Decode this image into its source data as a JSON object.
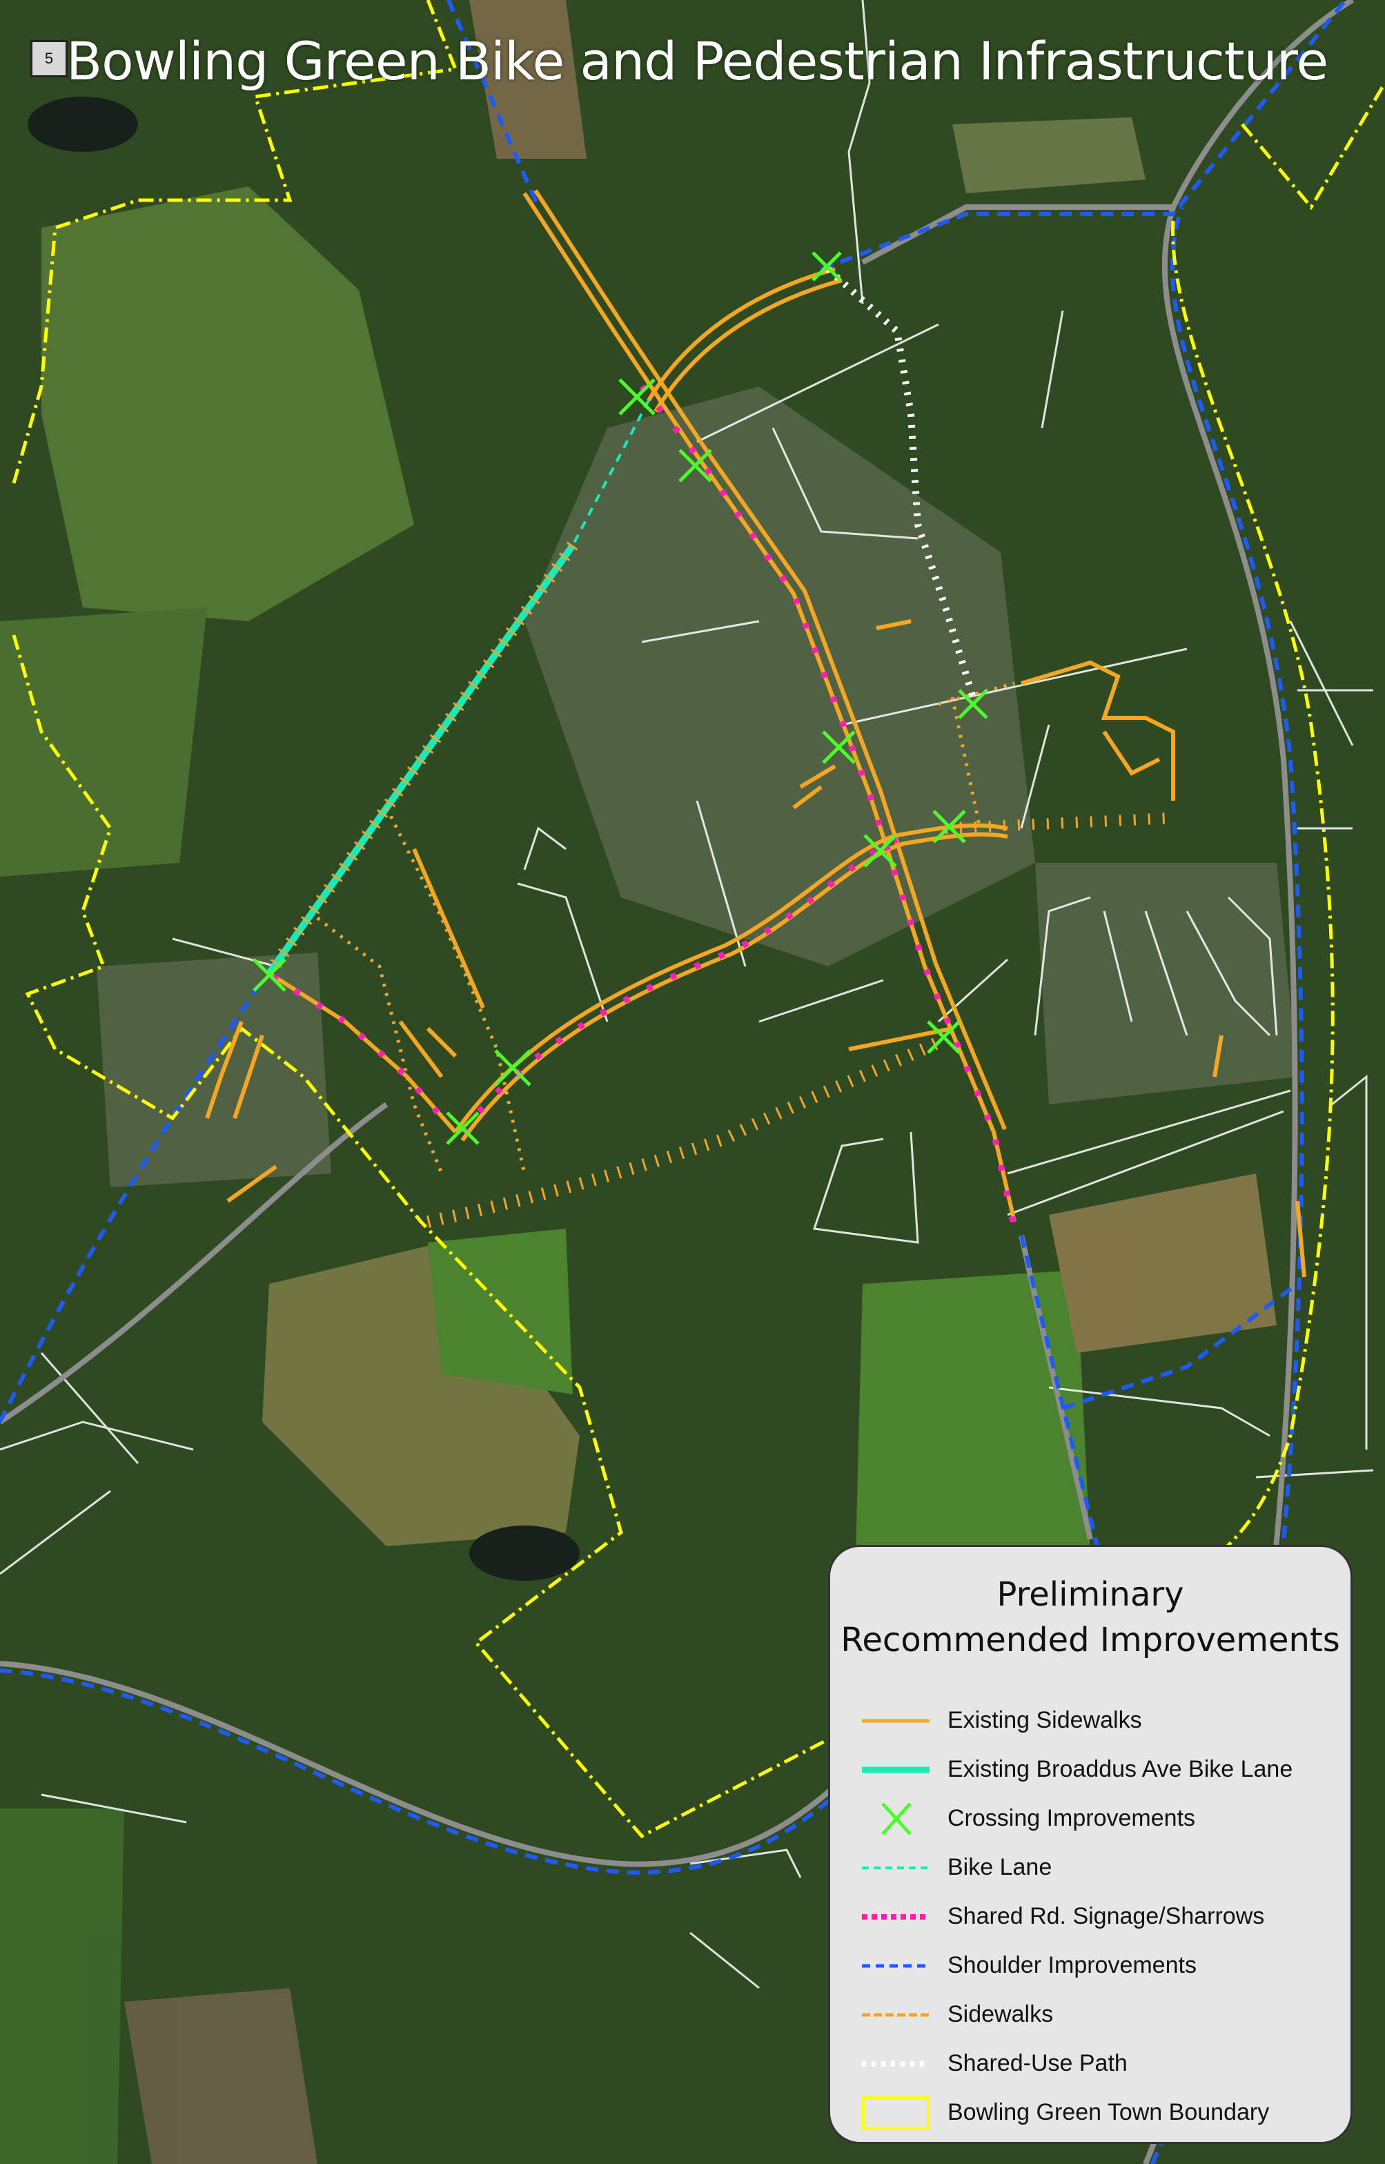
{
  "header": {
    "page_number": "5",
    "title": "Bowling Green Bike and Pedestrian Infrastructure"
  },
  "legend": {
    "title_line1": "Preliminary",
    "title_line2": "Recommended Improvements",
    "items": [
      {
        "label": "Existing Sidewalks",
        "symbol": "solid-line",
        "color": "#f5a623"
      },
      {
        "label": "Existing Broaddus Ave Bike Lane",
        "symbol": "solid-thick-line",
        "color": "#1de9b6"
      },
      {
        "label": "Crossing Improvements",
        "symbol": "x-mark",
        "color": "#4cff2b"
      },
      {
        "label": "Bike Lane",
        "symbol": "dashed-line",
        "color": "#1de9b6"
      },
      {
        "label": "Shared Rd. Signage/Sharrows",
        "symbol": "dotted-line",
        "color": "#ff1fb4"
      },
      {
        "label": "Shoulder Improvements",
        "symbol": "dashed-line",
        "color": "#1e5bff"
      },
      {
        "label": "Sidewalks",
        "symbol": "dashed-line",
        "color": "#f0a530"
      },
      {
        "label": "Shared-Use Path",
        "symbol": "dotted-line",
        "color": "#ffffff"
      },
      {
        "label": "Bowling Green Town Boundary",
        "symbol": "outlined-box",
        "color": "#ffff00"
      }
    ]
  },
  "colors": {
    "forest": "#2f4a22",
    "field": "#5e7d3a",
    "road": "#8a8a8a",
    "existing_sidewalk": "#f5a623",
    "bike_lane": "#1de9b6",
    "crossing": "#4cff2b",
    "sharrows": "#ff1fb4",
    "shoulder": "#1e5bff",
    "shared_use_path": "#ffffff",
    "town_boundary": "#ffff00"
  }
}
